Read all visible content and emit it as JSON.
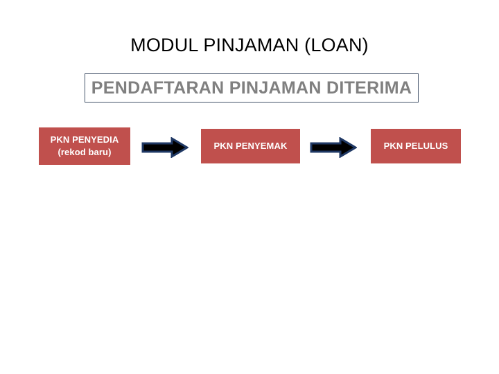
{
  "slide": {
    "title": "MODUL PINJAMAN (LOAN)",
    "subtitle": "PENDAFTARAN PINJAMAN DITERIMA"
  },
  "colors": {
    "node_fill": "#C0504D",
    "node_text": "#FFFFFF",
    "subtitle_text": "#808080",
    "subtitle_border": "#44546A",
    "arrow_fill": "#000000",
    "arrow_outline": "#1F3864",
    "background": "#FFFFFF"
  },
  "flow": {
    "nodes": [
      {
        "id": "pkn-penyedia",
        "line1": "PKN PENYEDIA",
        "line2": "(rekod baru)"
      },
      {
        "id": "pkn-penyemak",
        "line1": "PKN PENYEMAK",
        "line2": ""
      },
      {
        "id": "pkn-pelulus",
        "line1": "PKN PELULUS",
        "line2": ""
      }
    ],
    "connectors": [
      {
        "id": "arrow-1",
        "icon": "right-block-arrow-icon",
        "from": "pkn-penyedia",
        "to": "pkn-penyemak"
      },
      {
        "id": "arrow-2",
        "icon": "right-block-arrow-icon",
        "from": "pkn-penyemak",
        "to": "pkn-pelulus"
      }
    ]
  }
}
